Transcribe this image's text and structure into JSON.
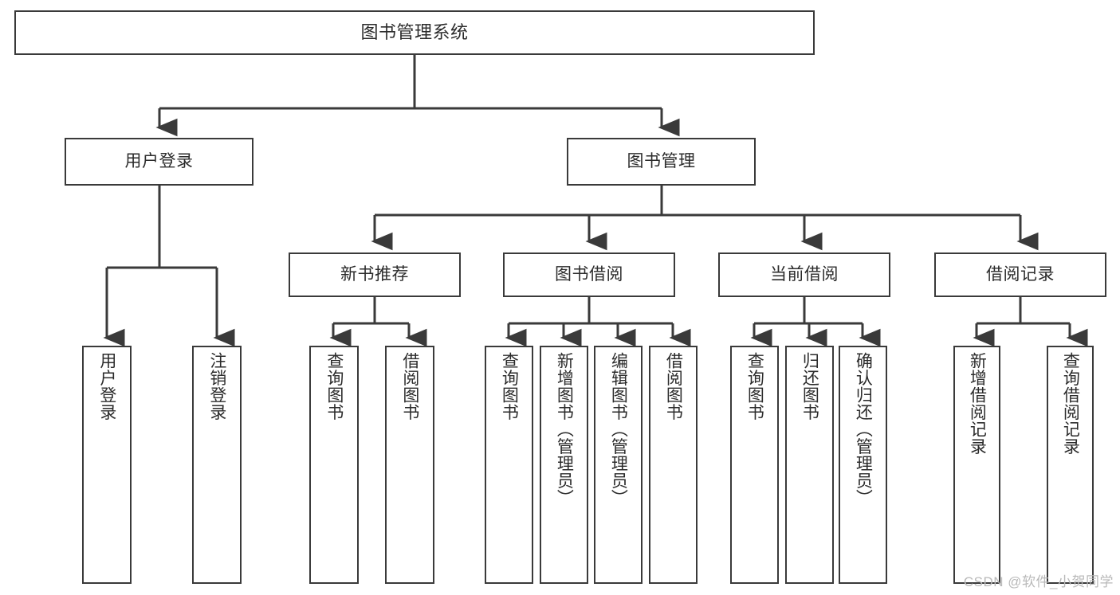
{
  "diagram": {
    "type": "tree-hierarchy-chart",
    "colors": {
      "box_border": "#3a3a3a",
      "box_fill": "#ffffff",
      "connector": "#3a3a3a",
      "text": "#2b2b2b",
      "watermark": "#b9b9b9",
      "background": "#ffffff"
    },
    "root": {
      "label": "图书管理系统"
    },
    "level2": [
      {
        "label": "用户登录"
      },
      {
        "label": "图书管理"
      }
    ],
    "level3": [
      {
        "label": "新书推荐"
      },
      {
        "label": "图书借阅"
      },
      {
        "label": "当前借阅"
      },
      {
        "label": "借阅记录"
      }
    ],
    "leaves": {
      "user_login": [
        {
          "label": "用户登录"
        },
        {
          "label": "注销登录"
        }
      ],
      "new_book_recommend": [
        {
          "label": "查询图书"
        },
        {
          "label": "借阅图书"
        }
      ],
      "book_borrow": [
        {
          "label": "查询图书"
        },
        {
          "label": "新增图书（管理员）"
        },
        {
          "label": "编辑图书（管理员）"
        },
        {
          "label": "借阅图书"
        }
      ],
      "current_borrow": [
        {
          "label": "查询图书"
        },
        {
          "label": "归还图书"
        },
        {
          "label": "确认归还（管理员）"
        }
      ],
      "borrow_record": [
        {
          "label": "新增借阅记录"
        },
        {
          "label": "查询借阅记录"
        }
      ]
    }
  },
  "watermark": {
    "text": "CSDN @软件_小贺同学"
  }
}
